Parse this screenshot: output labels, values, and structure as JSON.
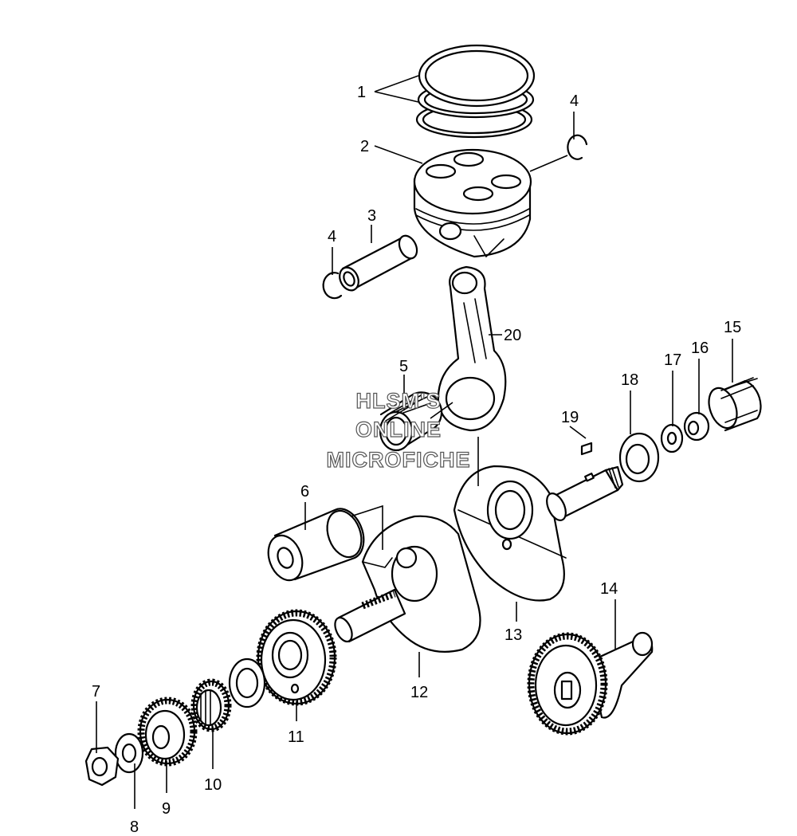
{
  "watermark": {
    "lines": [
      "HLSM'S",
      "ONLINE",
      "MICROFICHE"
    ]
  },
  "callouts": {
    "c1": "1",
    "c2": "2",
    "c3": "3",
    "c4a": "4",
    "c4b": "4",
    "c5": "5",
    "c6": "6",
    "c7": "7",
    "c8": "8",
    "c9": "9",
    "c10": "10",
    "c11": "11",
    "c12": "12",
    "c13": "13",
    "c14": "14",
    "c15": "15",
    "c16": "16",
    "c17": "17",
    "c18": "18",
    "c19": "19",
    "c20": "20"
  }
}
